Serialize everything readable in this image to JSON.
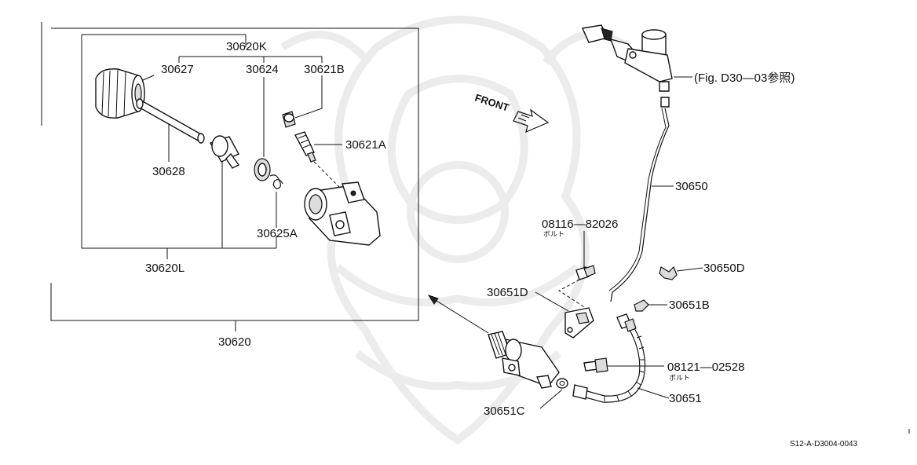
{
  "labels": {
    "p30620K": "30620K",
    "p30627": "30627",
    "p30624": "30624",
    "p30621B": "30621B",
    "p30621A": "30621A",
    "p30628": "30628",
    "p30625A": "30625A",
    "p30620L": "30620L",
    "p30620": "30620",
    "ref": "(Fig. D30—03参照)",
    "p30650": "30650",
    "bolt1": "08116—82026",
    "bolt1_sub": "ボルト",
    "p30650D": "30650D",
    "p30651D": "30651D",
    "p30651B": "30651B",
    "bolt2": "08121—02528",
    "bolt2_sub": "ボルト",
    "p30651": "30651",
    "p30651C": "30651C",
    "front": "FRONT",
    "code": "S12-A-D3004-0043"
  },
  "icons": {
    "front_arrow": "front-direction-arrow-icon",
    "watermark": "samurai-helmet-watermark"
  }
}
